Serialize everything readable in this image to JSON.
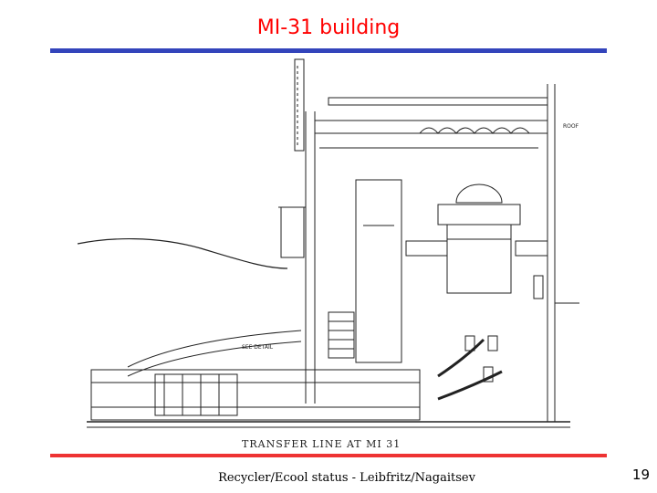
{
  "slide": {
    "title": "MI-31 building",
    "footer": "Recycler/Ecool status - Leibfritz/Nagaitsev",
    "page_number": "19"
  },
  "drawing": {
    "caption": "TRANSFER LINE AT MI 31",
    "annotation_left": "SEE DETAIL",
    "annotation_right": "ROOF"
  },
  "colors": {
    "title": "#ff0000",
    "rule_top": "#3344bb",
    "rule_bottom": "#ee3333",
    "drawing_line": "#222222"
  }
}
